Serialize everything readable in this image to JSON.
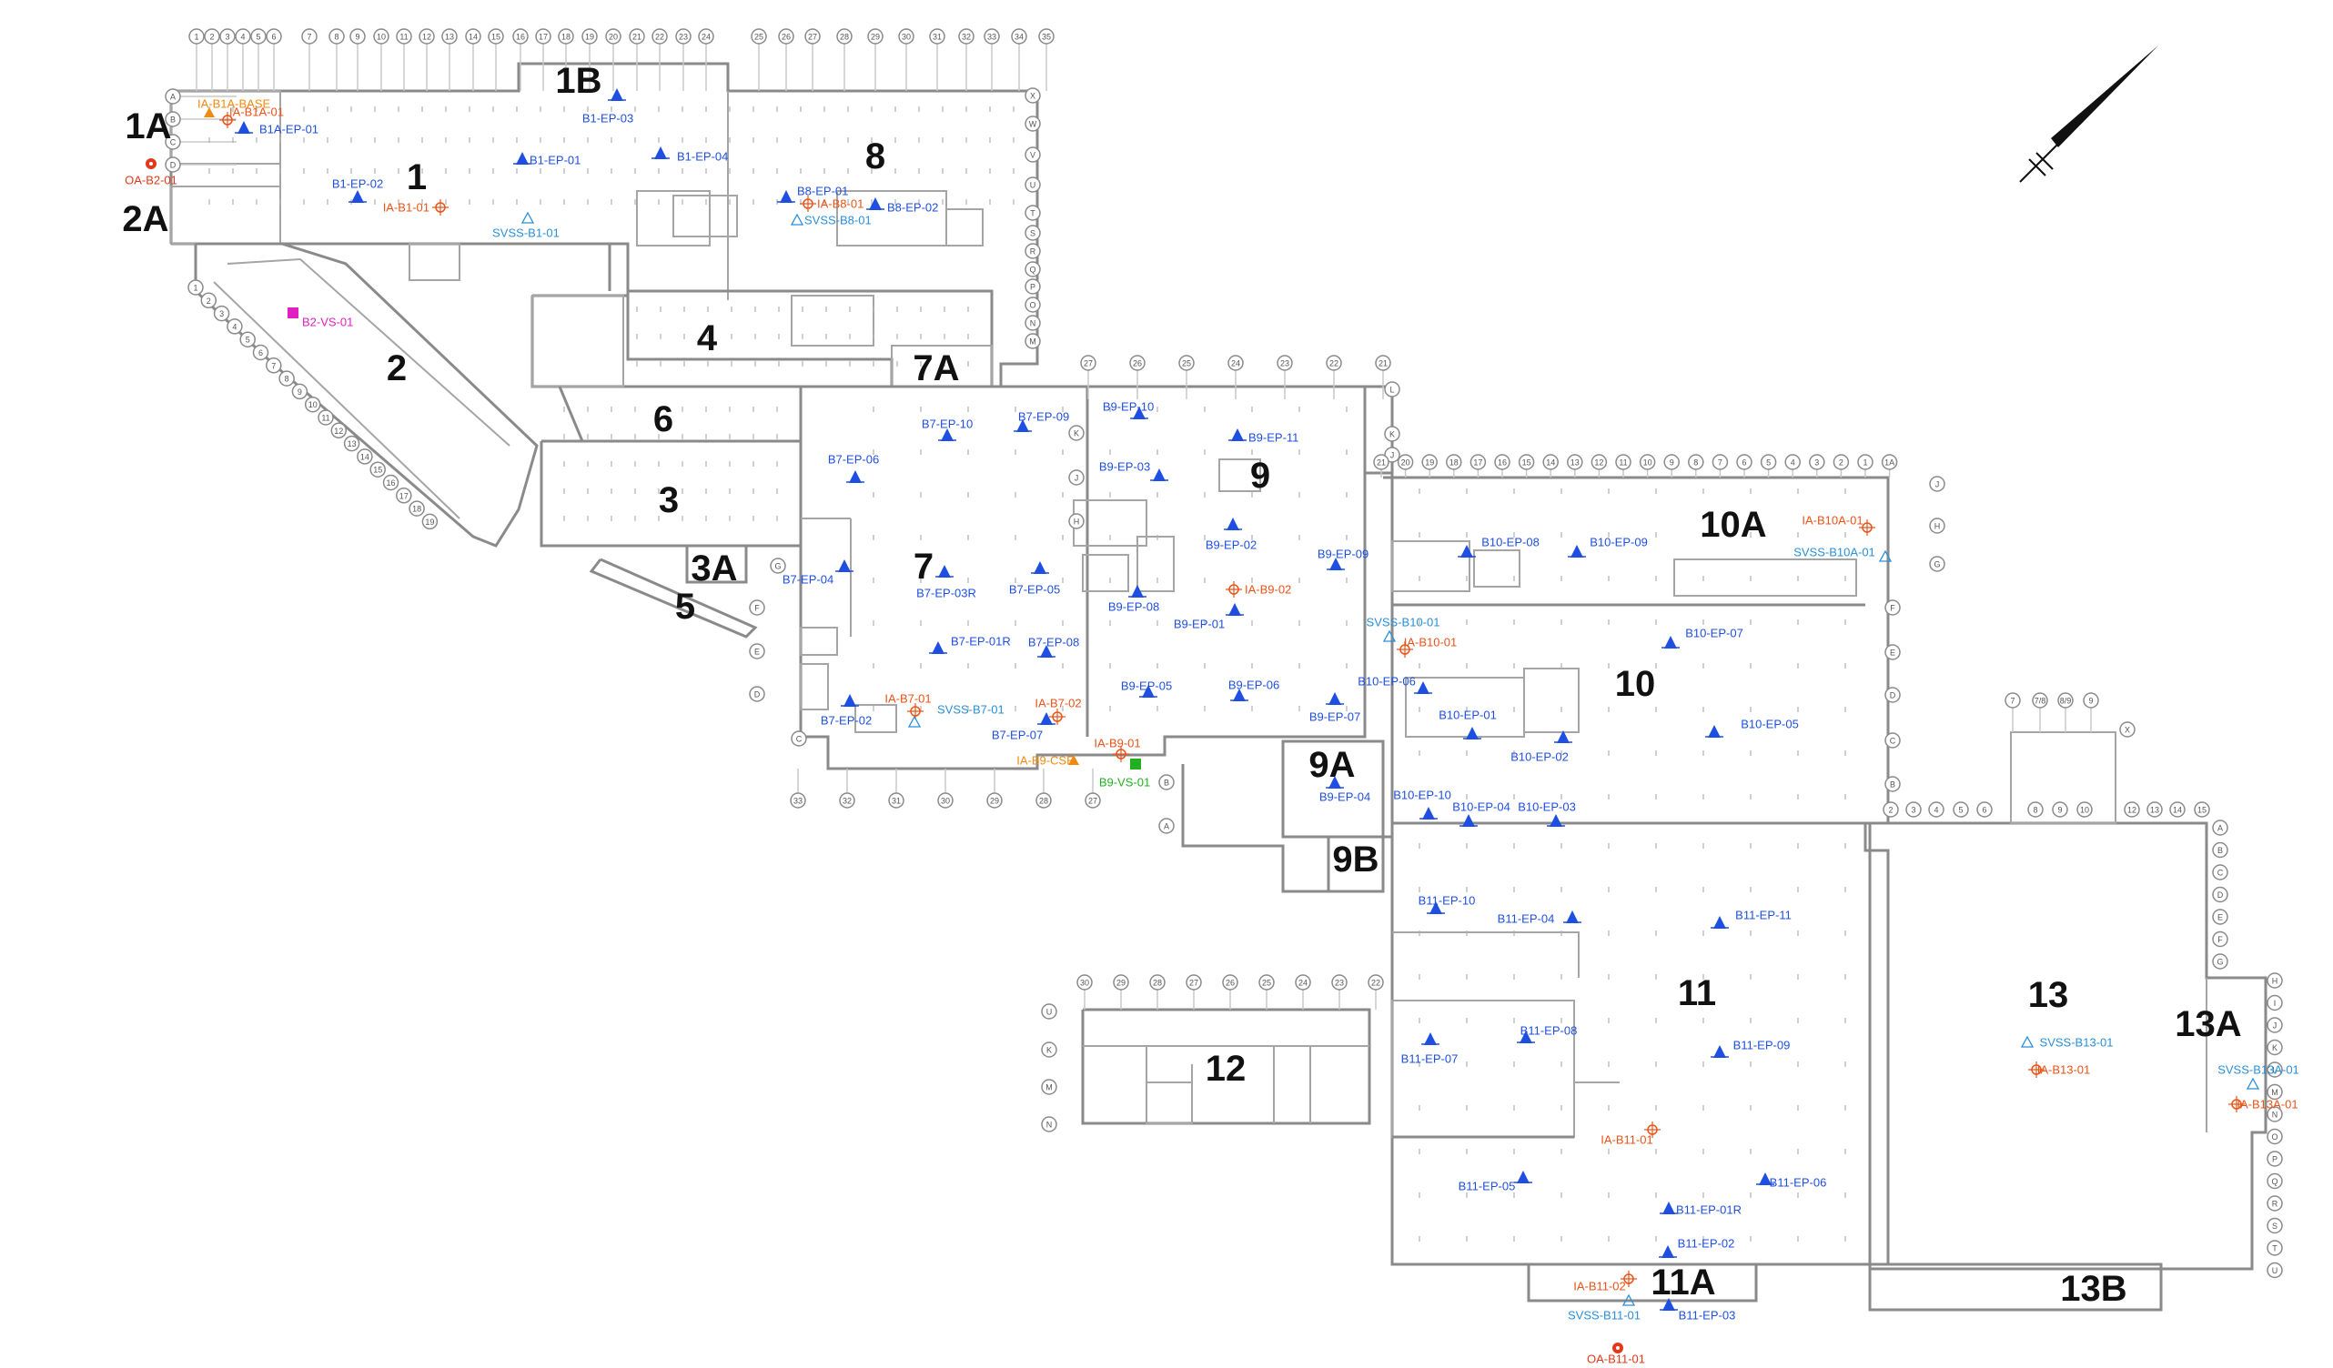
{
  "colors": {
    "ep": "#1f4fe0",
    "ia": "#e8541a",
    "svss": "#2a8fd8",
    "vs_b2": "#e020c0",
    "vs_b9": "#22b022",
    "base": "#f08a10",
    "oa": "#e03a1a",
    "wall": "#8a8a8a"
  },
  "buildings": [
    {
      "id": "1A",
      "label": "1A"
    },
    {
      "id": "2A",
      "label": "2A"
    },
    {
      "id": "1B",
      "label": "1B"
    },
    {
      "id": "1",
      "label": "1"
    },
    {
      "id": "8",
      "label": "8"
    },
    {
      "id": "2",
      "label": "2"
    },
    {
      "id": "4",
      "label": "4"
    },
    {
      "id": "7A",
      "label": "7A"
    },
    {
      "id": "6",
      "label": "6"
    },
    {
      "id": "3",
      "label": "3"
    },
    {
      "id": "3A",
      "label": "3A"
    },
    {
      "id": "5",
      "label": "5"
    },
    {
      "id": "7",
      "label": "7"
    },
    {
      "id": "9",
      "label": "9"
    },
    {
      "id": "9A",
      "label": "9A"
    },
    {
      "id": "9B",
      "label": "9B"
    },
    {
      "id": "10A",
      "label": "10A"
    },
    {
      "id": "10",
      "label": "10"
    },
    {
      "id": "11",
      "label": "11"
    },
    {
      "id": "11A",
      "label": "11A"
    },
    {
      "id": "12",
      "label": "12"
    },
    {
      "id": "13",
      "label": "13"
    },
    {
      "id": "13A",
      "label": "13A"
    },
    {
      "id": "13B",
      "label": "13B"
    }
  ],
  "points": [
    {
      "label": "IA-B1A-BASE",
      "kind": "base"
    },
    {
      "label": "IA-B1A-01",
      "kind": "ia"
    },
    {
      "label": "B1A-EP-01",
      "kind": "ep"
    },
    {
      "label": "OA-B2-01",
      "kind": "oa"
    },
    {
      "label": "B1-EP-03",
      "kind": "ep"
    },
    {
      "label": "B1-EP-01",
      "kind": "ep"
    },
    {
      "label": "B1-EP-04",
      "kind": "ep"
    },
    {
      "label": "B1-EP-02",
      "kind": "ep"
    },
    {
      "label": "IA-B1-01",
      "kind": "ia"
    },
    {
      "label": "SVSS-B1-01",
      "kind": "svss"
    },
    {
      "label": "B8-EP-01",
      "kind": "ep"
    },
    {
      "label": "IA-B8-01",
      "kind": "ia"
    },
    {
      "label": "B8-EP-02",
      "kind": "ep"
    },
    {
      "label": "SVSS-B8-01",
      "kind": "svss"
    },
    {
      "label": "B2-VS-01",
      "kind": "vs_b2"
    },
    {
      "label": "B7-EP-10",
      "kind": "ep"
    },
    {
      "label": "B7-EP-09",
      "kind": "ep"
    },
    {
      "label": "B7-EP-06",
      "kind": "ep"
    },
    {
      "label": "B7-EP-04",
      "kind": "ep"
    },
    {
      "label": "B7-EP-03R",
      "kind": "ep"
    },
    {
      "label": "B7-EP-05",
      "kind": "ep"
    },
    {
      "label": "B7-EP-01R",
      "kind": "ep"
    },
    {
      "label": "B7-EP-08",
      "kind": "ep"
    },
    {
      "label": "IA-B7-01",
      "kind": "ia"
    },
    {
      "label": "SVSS-B7-01",
      "kind": "svss"
    },
    {
      "label": "IA-B7-02",
      "kind": "ia"
    },
    {
      "label": "B7-EP-02",
      "kind": "ep"
    },
    {
      "label": "B7-EP-07",
      "kind": "ep"
    },
    {
      "label": "B9-EP-10",
      "kind": "ep"
    },
    {
      "label": "B9-EP-11",
      "kind": "ep"
    },
    {
      "label": "B9-EP-03",
      "kind": "ep"
    },
    {
      "label": "B9-EP-02",
      "kind": "ep"
    },
    {
      "label": "IA-B9-02",
      "kind": "ia"
    },
    {
      "label": "B9-EP-08",
      "kind": "ep"
    },
    {
      "label": "B9-EP-01",
      "kind": "ep"
    },
    {
      "label": "B9-EP-09",
      "kind": "ep"
    },
    {
      "label": "B9-EP-05",
      "kind": "ep"
    },
    {
      "label": "B9-EP-06",
      "kind": "ep"
    },
    {
      "label": "B9-EP-07",
      "kind": "ep"
    },
    {
      "label": "IA-B9-01",
      "kind": "ia"
    },
    {
      "label": "IA-B9-CSE",
      "kind": "base"
    },
    {
      "label": "B9-VS-01",
      "kind": "vs_b9"
    },
    {
      "label": "B9-EP-04",
      "kind": "ep"
    },
    {
      "label": "B10-EP-08",
      "kind": "ep"
    },
    {
      "label": "B10-EP-09",
      "kind": "ep"
    },
    {
      "label": "IA-B10A-01",
      "kind": "ia"
    },
    {
      "label": "SVSS-B10A-01",
      "kind": "svss"
    },
    {
      "label": "SVSS-B10-01",
      "kind": "svss"
    },
    {
      "label": "IA-B10-01",
      "kind": "ia"
    },
    {
      "label": "B10-EP-07",
      "kind": "ep"
    },
    {
      "label": "B10-EP-06",
      "kind": "ep"
    },
    {
      "label": "B10-EP-01",
      "kind": "ep"
    },
    {
      "label": "B10-EP-02",
      "kind": "ep"
    },
    {
      "label": "B10-EP-05",
      "kind": "ep"
    },
    {
      "label": "B10-EP-10",
      "kind": "ep"
    },
    {
      "label": "B10-EP-04",
      "kind": "ep"
    },
    {
      "label": "B10-EP-03",
      "kind": "ep"
    },
    {
      "label": "B11-EP-10",
      "kind": "ep"
    },
    {
      "label": "B11-EP-04",
      "kind": "ep"
    },
    {
      "label": "B11-EP-11",
      "kind": "ep"
    },
    {
      "label": "B11-EP-08",
      "kind": "ep"
    },
    {
      "label": "B11-EP-07",
      "kind": "ep"
    },
    {
      "label": "B11-EP-09",
      "kind": "ep"
    },
    {
      "label": "IA-B11-01",
      "kind": "ia"
    },
    {
      "label": "B11-EP-05",
      "kind": "ep"
    },
    {
      "label": "B11-EP-06",
      "kind": "ep"
    },
    {
      "label": "B11-EP-01R",
      "kind": "ep"
    },
    {
      "label": "B11-EP-02",
      "kind": "ep"
    },
    {
      "label": "IA-B11-02",
      "kind": "ia"
    },
    {
      "label": "SVSS-B11-01",
      "kind": "svss"
    },
    {
      "label": "B11-EP-03",
      "kind": "ep"
    },
    {
      "label": "OA-B11-01",
      "kind": "oa"
    },
    {
      "label": "SVSS-B13-01",
      "kind": "svss"
    },
    {
      "label": "IA-B13-01",
      "kind": "ia"
    },
    {
      "label": "SVSS-B13A-01",
      "kind": "svss"
    },
    {
      "label": "IA-B13A-01",
      "kind": "ia"
    }
  ],
  "grids": {
    "top": [
      "1",
      "2",
      "3",
      "4",
      "5",
      "6",
      "7",
      "8",
      "9",
      "10",
      "11",
      "12",
      "13",
      "14",
      "15",
      "16",
      "17",
      "18",
      "19",
      "20",
      "21",
      "22",
      "23",
      "24",
      "25",
      "26",
      "27",
      "28",
      "29",
      "30",
      "31",
      "32",
      "33",
      "34",
      "35"
    ],
    "left": [
      "A",
      "B",
      "C",
      "D"
    ],
    "right8": [
      "X",
      "W",
      "V",
      "U",
      "T",
      "S",
      "R",
      "Q",
      "P",
      "O",
      "N",
      "M"
    ],
    "diag2": [
      "1",
      "2",
      "3",
      "4",
      "5",
      "6",
      "7",
      "8",
      "9",
      "10",
      "11",
      "12",
      "13",
      "14",
      "15",
      "16",
      "17",
      "18",
      "19"
    ],
    "top9": [
      "27",
      "26",
      "25",
      "24",
      "23",
      "22",
      "21"
    ],
    "right9": [
      "L",
      "K",
      "J"
    ],
    "left7": [
      "G",
      "F",
      "E",
      "D",
      "C"
    ],
    "left7b": [
      "K",
      "J",
      "H"
    ],
    "bottom7": [
      "33",
      "32",
      "31",
      "30",
      "29",
      "28",
      "27"
    ],
    "b9bottom": [
      "B",
      "A"
    ],
    "top10": [
      "21",
      "20",
      "19",
      "18",
      "17",
      "16",
      "15",
      "14",
      "13",
      "12",
      "11",
      "10",
      "9",
      "8",
      "7",
      "6",
      "5",
      "4",
      "3",
      "2",
      "1",
      "1A"
    ],
    "right10": [
      "J",
      "H",
      "G",
      "F",
      "E",
      "D",
      "C",
      "B"
    ],
    "top12": [
      "30",
      "29",
      "28",
      "27",
      "26",
      "25",
      "24",
      "23",
      "22"
    ],
    "left12": [
      "U",
      "K",
      "M",
      "N"
    ],
    "top13": [
      "2",
      "3",
      "4",
      "5",
      "6",
      "8",
      "9",
      "10",
      "12",
      "13",
      "14",
      "15"
    ],
    "right13": [
      "A",
      "B",
      "C",
      "D",
      "E",
      "F",
      "G"
    ],
    "right13a": [
      "H",
      "I",
      "J",
      "K",
      "L",
      "M",
      "N",
      "O",
      "P",
      "Q",
      "R",
      "S",
      "T",
      "U"
    ],
    "top13c": [
      "7",
      "7/8",
      "8/9",
      "9"
    ],
    "right13c": [
      "X"
    ]
  }
}
